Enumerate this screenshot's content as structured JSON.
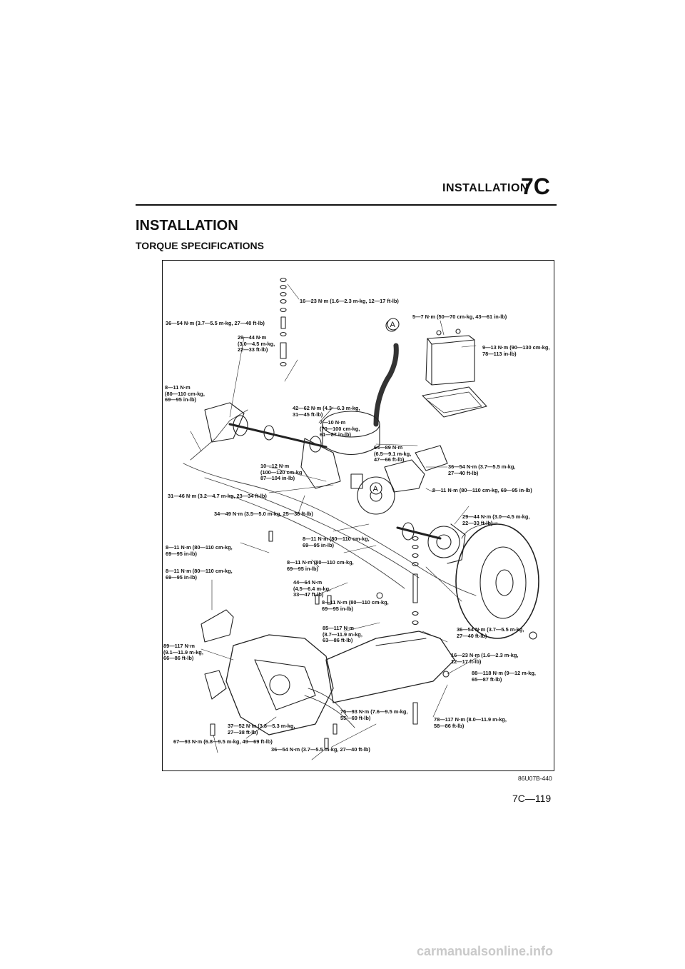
{
  "header": {
    "section": "INSTALLATION",
    "chapter": "7C"
  },
  "page": {
    "title": "INSTALLATION",
    "subtitle": "TORQUE SPECIFICATIONS",
    "number": "7C—119"
  },
  "figure": {
    "code": "86U07B-440",
    "marker": "A",
    "labels": [
      {
        "id": "l1",
        "text": "16—23 N·m (1.6—2.3 m-kg, 12—17 ft-lb)"
      },
      {
        "id": "l2",
        "text": "36—54 N·m (3.7—5.5 m-kg, 27—40 ft-lb)"
      },
      {
        "id": "l3",
        "text": "5—7 N·m (50—70 cm-kg, 43—61 in-lb)"
      },
      {
        "id": "l4",
        "text": "29—44 N·m\n(3.0—4.5 m-kg,\n22—33 ft-lb)"
      },
      {
        "id": "l5",
        "text": "9—13 N·m (90—130 cm-kg,\n78—113 in-lb)"
      },
      {
        "id": "l6",
        "text": "8—11 N·m\n(80—110 cm-kg,\n69—95 in-lb)"
      },
      {
        "id": "l7",
        "text": "42—62 N·m (4.3—6.3 m-kg,\n31—45 ft-lb)"
      },
      {
        "id": "l8",
        "text": "7—10 N·m\n(70—100 cm-kg,\n61—87 in-lb)"
      },
      {
        "id": "l9",
        "text": "64—89 N·m\n(6.5—9.1 m-kg,\n47—66 ft-lb)"
      },
      {
        "id": "l10",
        "text": "10—12 N·m\n(100—120 cm-kg\n87—104 in-lb)"
      },
      {
        "id": "l11",
        "text": "36—54 N·m (3.7—5.5 m-kg,\n27—40 ft-lb)"
      },
      {
        "id": "l12",
        "text": "8—11 N·m (80—110 cm-kg, 69—95 in-lb)"
      },
      {
        "id": "l13",
        "text": "31—46 N·m (3.2—4.7 m-kg, 23—34 ft-lb)"
      },
      {
        "id": "l14",
        "text": "34—49 N·m (3.5—5.0 m-kg, 25—36 ft-lb)"
      },
      {
        "id": "l15",
        "text": "29—44 N·m (3.0—4.5 m-kg,\n22—33 ft-lb)"
      },
      {
        "id": "l16",
        "text": "8—11 N·m (80—110 cm-kg,\n69—95 in-lb)"
      },
      {
        "id": "l17",
        "text": "8—11 N·m (80—110 cm-kg,\n69—95 in-lb)"
      },
      {
        "id": "l18",
        "text": "8—11 N·m (80—110 cm-kg,\n69—95 in-lb)"
      },
      {
        "id": "l19",
        "text": "8—11 N·m (80—110 cm-kg,\n69—95 in-lb)"
      },
      {
        "id": "l20",
        "text": "44—64 N·m\n(4.5—6.4 m-kg,\n33—47 ft-lb)"
      },
      {
        "id": "l21",
        "text": "8—11 N·m (80—110 cm-kg,\n69—95 in-lb)"
      },
      {
        "id": "l22",
        "text": "85—117 N·m\n(8.7—11.9 m-kg,\n63—86 ft-lb)"
      },
      {
        "id": "l23",
        "text": "36—54 N·m (3.7—5.5 m-kg,\n27—40 ft-lb)"
      },
      {
        "id": "l24",
        "text": "89—117 N·m\n(9.1—11.9 m-kg,\n66—86 ft-lb)"
      },
      {
        "id": "l25",
        "text": "16—23 N·m (1.6—2.3 m-kg,\n12—17 ft-lb)"
      },
      {
        "id": "l26",
        "text": "88—118 N·m (9—12 m-kg,\n65—87 ft-lb)"
      },
      {
        "id": "l27",
        "text": "75—93 N·m (7.6—9.5 m-kg,\n55—69 ft-lb)"
      },
      {
        "id": "l28",
        "text": "78—117 N·m (8.0—11.9 m-kg,\n58—86 ft-lb)"
      },
      {
        "id": "l29",
        "text": "37—52 N·m (3.8—5.3 m-kg,\n27—38 ft-lb)"
      },
      {
        "id": "l30",
        "text": "67—93 N·m (6.8—9.5 m-kg, 49—69 ft-lb)"
      },
      {
        "id": "l31",
        "text": "36—54 N·m (3.7—5.5 m-kg, 27—40 ft-lb)"
      }
    ]
  },
  "watermark": "carmanualsonline.info"
}
